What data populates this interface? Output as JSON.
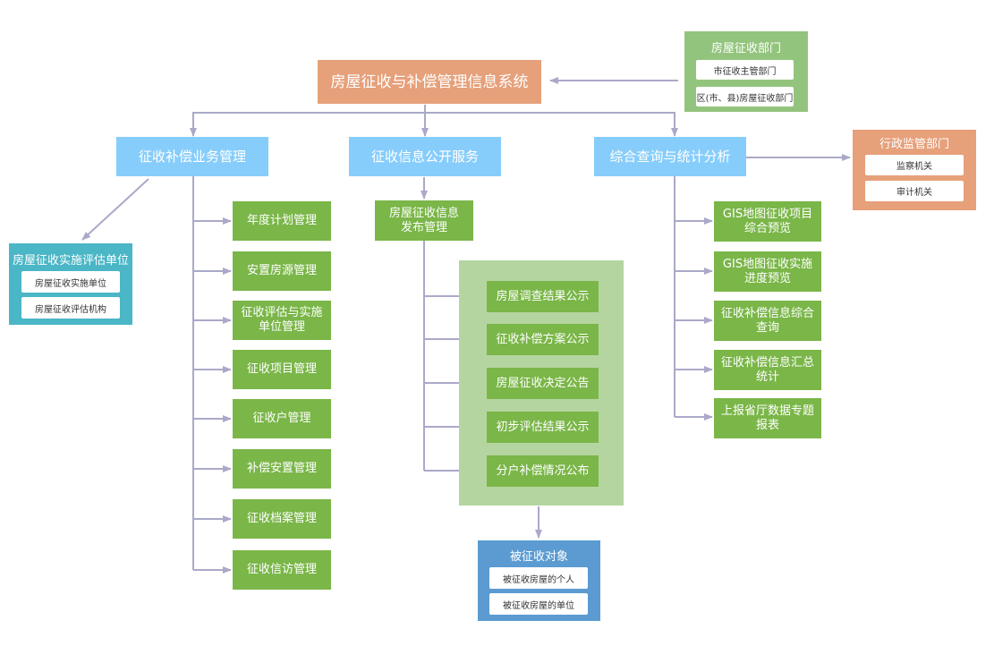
{
  "system": "房屋征收与补偿管理信息系统",
  "dept": {
    "title": "房屋征收部门",
    "items": [
      "市征收主管部门",
      "区(市、县)房屋征收部门"
    ]
  },
  "admin": {
    "title": "行政监管部门",
    "items": [
      "监察机关",
      "审计机关"
    ]
  },
  "eval_unit": {
    "title": "房屋征收实施评估单位",
    "items": [
      "房屋征收实施单位",
      "房屋征收评估机构"
    ]
  },
  "target": {
    "title": "被征收对象",
    "items": [
      "被征收房屋的个人",
      "被征收房屋的单位"
    ]
  },
  "modules": {
    "business": "征收补偿业务管理",
    "public": "征收信息公开服务",
    "query": "综合查询与统计分析"
  },
  "business_items": [
    "年度计划管理",
    "安置房源管理",
    "征收评估与实施单位管理",
    "征收项目管理",
    "征收户管理",
    "补偿安置管理",
    "征收档案管理",
    "征收信访管理"
  ],
  "publish": "房屋征收信息发布管理",
  "public_items": [
    "房屋调查结果公示",
    "征收补偿方案公示",
    "房屋征收决定公告",
    "初步评估结果公示",
    "分户补偿情况公布"
  ],
  "query_items": [
    "GIS地图征收项目综合预览",
    "GIS地图征收实施进度预览",
    "征收补偿信息综合查询",
    "征收补偿信息汇总统计",
    "上报省厅数据专题报表"
  ],
  "colors": {
    "green": "#7ab648",
    "blue": "#87cdfb",
    "orange": "#e6a07a",
    "teal": "#4ab6c6",
    "dept_green": "#93c47d",
    "light_green": "#b5d5a0",
    "target_blue": "#5b9bd1",
    "line": "#aaa9c9"
  }
}
